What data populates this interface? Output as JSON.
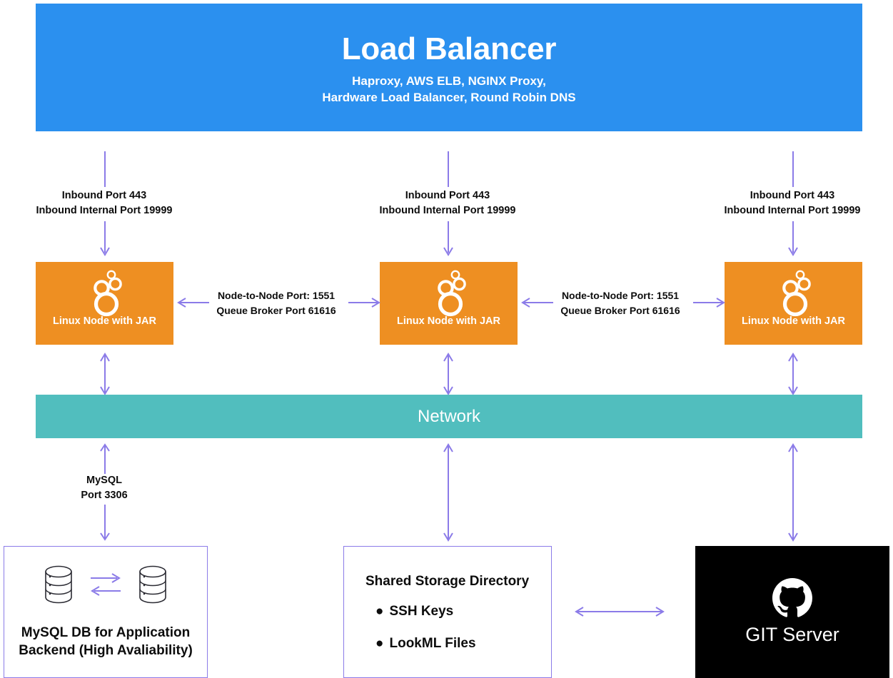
{
  "diagram": {
    "load_balancer": {
      "title": "Load Balancer",
      "subtitle_line1": "Haproxy, AWS ELB, NGINX Proxy,",
      "subtitle_line2": "Hardware Load Balancer, Round Robin DNS",
      "color": "#2B90EF"
    },
    "inbound_labels": [
      {
        "line1": "Inbound Port 443",
        "line2": "Inbound Internal Port 19999"
      },
      {
        "line1": "Inbound Port 443",
        "line2": "Inbound Internal Port 19999"
      },
      {
        "line1": "Inbound Port 443",
        "line2": "Inbound Internal Port 19999"
      }
    ],
    "nodes": [
      {
        "label": "Linux Node with JAR",
        "icon": "looker-logo-icon",
        "color": "#EE8F22"
      },
      {
        "label": "Linux Node with JAR",
        "icon": "looker-logo-icon",
        "color": "#EE8F22"
      },
      {
        "label": "Linux Node with JAR",
        "icon": "looker-logo-icon",
        "color": "#EE8F22"
      }
    ],
    "node_to_node_labels": [
      {
        "line1": "Node-to-Node Port: 1551",
        "line2": "Queue Broker Port 61616"
      },
      {
        "line1": "Node-to-Node Port: 1551",
        "line2": "Queue Broker Port 61616"
      }
    ],
    "network": {
      "label": "Network",
      "color": "#51BEBE"
    },
    "mysql_connection": {
      "line1": "MySQL",
      "line2": "Port 3306"
    },
    "database_box": {
      "caption_line1": "MySQL DB for Application",
      "caption_line2": "Backend (High Avaliability)",
      "icon_left": "database-cylinder-icon",
      "icon_right": "database-cylinder-icon",
      "arrow_right": "arrow-right-icon",
      "arrow_left": "arrow-left-icon",
      "border_color": "#8B7BE8"
    },
    "shared_storage_box": {
      "title": "Shared Storage Directory",
      "items": [
        {
          "bullet": "●",
          "label": "SSH Keys"
        },
        {
          "bullet": "●",
          "label": "LookML Files"
        }
      ],
      "border_color": "#8B7BE8"
    },
    "git_server_box": {
      "label": "GIT Server",
      "icon": "github-octocat-icon",
      "background": "#000000"
    },
    "connector_color": "#8B7BE8"
  }
}
